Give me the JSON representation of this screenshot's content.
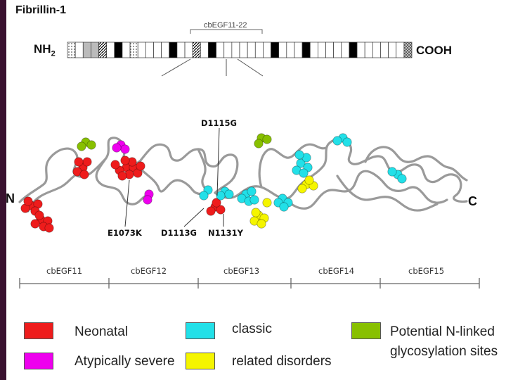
{
  "title": "Fibrillin-1",
  "nh2_main": "NH",
  "nh2_sub": "2",
  "cooh": "COOH",
  "region_label": "cbEGF11-22",
  "terminal_n": "N",
  "terminal_c": "C",
  "mutations": [
    "D1115G",
    "E1073K",
    "D1113G",
    "N1131Y"
  ],
  "domains": [
    "cbEGF11",
    "cbEGF12",
    "cbEGF13",
    "cbEGF14",
    "cbEGF15"
  ],
  "legend": [
    {
      "label": "Neonatal",
      "color": "#ee1c1c"
    },
    {
      "label": "Atypically severe",
      "color": "#ee00ee"
    },
    {
      "label": "classic",
      "color": "#22e0e8"
    },
    {
      "label": "related disorders",
      "color": "#f5f500"
    },
    {
      "label": "Potential N-linked glycosylation sites",
      "color": "#88c000"
    }
  ],
  "legend_line_2": "glycosylation sites",
  "legend_line_1": "Potential N-linked"
}
